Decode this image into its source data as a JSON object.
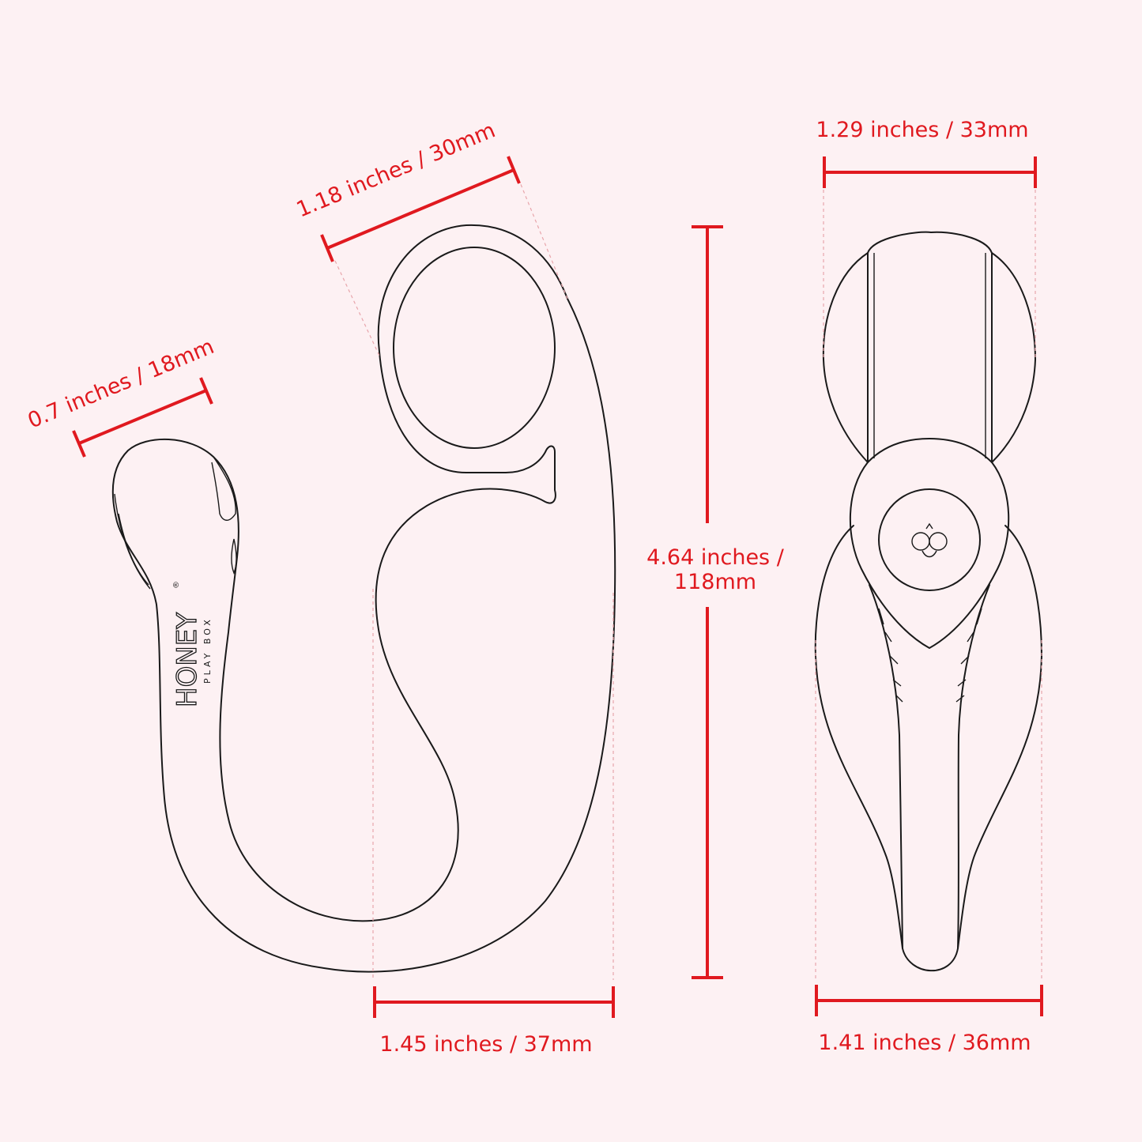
{
  "dimensions": {
    "tip_width": "0.7 inches / 18mm",
    "ring_width": "1.18 inches / 30mm",
    "body_width_side": "1.45 inches / 37mm",
    "total_length_line1": "4.64 inches /",
    "total_length_line2": "118mm",
    "top_width_front": "1.29 inches / 33mm",
    "bottom_width_front": "1.41 inches / 36mm"
  },
  "brand": {
    "logo_word": "HONEY",
    "logo_sub": "PLAY BOX",
    "registered_mark": "®"
  },
  "colors": {
    "background": "#fdf1f3",
    "dimension": "#e0191f",
    "outline": "#1a1a1a"
  }
}
